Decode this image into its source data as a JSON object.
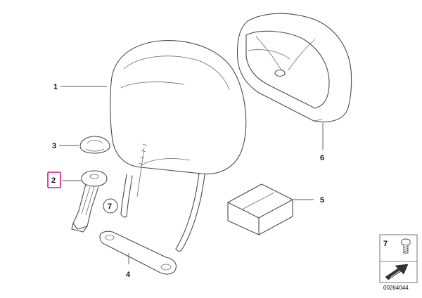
{
  "diagram": {
    "callouts": [
      {
        "id": "1",
        "text": "1"
      },
      {
        "id": "2",
        "text": "2"
      },
      {
        "id": "3",
        "text": "3"
      },
      {
        "id": "4",
        "text": "4"
      },
      {
        "id": "5",
        "text": "5"
      },
      {
        "id": "6",
        "text": "6"
      },
      {
        "id": "7",
        "text": "7"
      }
    ],
    "highlight_color": "#e0108a",
    "legend_box": {
      "number": "7"
    },
    "drawing_code": "00264044"
  }
}
